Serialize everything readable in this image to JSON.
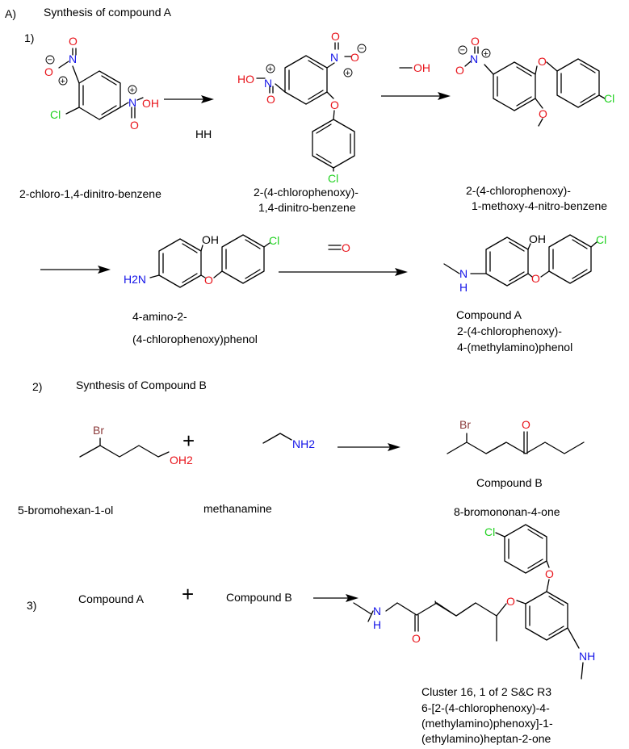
{
  "section_label": "A)",
  "part1": {
    "step": "1)",
    "title": "Synthesis of compound A",
    "start": "2-chloro-1,4-dinitro-benzene",
    "reagent1": "HH",
    "int1_line1": "2-(4-chlorophenoxy)-",
    "int1_line2": "1,4-dinitro-benzene",
    "reagent2": "OH",
    "int2_line1": "2-(4-chlorophenoxy)-",
    "int2_line2": "1-methoxy-4-nitro-benzene",
    "int3_line1": "4-amino-2-",
    "int3_line2": "(4-chlorophenoxy)phenol",
    "reagent3": "O",
    "product_label": "Compound A",
    "product_line1": "2-(4-chlorophenoxy)-",
    "product_line2": "4-(methylamino)phenol"
  },
  "part2": {
    "step": "2)",
    "title": "Synthesis of Compound B",
    "reactant1": "5-bromohexan-1-ol",
    "reactant2": "methanamine",
    "product_label": "Compound B",
    "product_name": "8-bromononan-4-one"
  },
  "part3": {
    "step": "3)",
    "reactant1": "Compound A",
    "reactant2": "Compound B",
    "product_line1": "Cluster 16, 1 of 2 S&C R3",
    "product_line2": "6-[2-(4-chlorophenoxy)-4-",
    "product_line3": "(methylamino)phenoxy]-1-",
    "product_line4": "(ethylamino)heptan-2-one"
  },
  "atoms": {
    "N": "N",
    "O": "O",
    "OH": "OH",
    "HO": "HO",
    "Cl": "Cl",
    "Br": "Br",
    "H2N": "H2N",
    "NH": "NH",
    "NH2": "NH2",
    "OH2": "OH2",
    "H": "H",
    "plus": "+",
    "minus": "−"
  },
  "colors": {
    "text": "#000000",
    "oxygen": "#e8141b",
    "nitrogen": "#1414e8",
    "chlorine": "#1fd21f",
    "bromine": "#8b3a3a"
  }
}
